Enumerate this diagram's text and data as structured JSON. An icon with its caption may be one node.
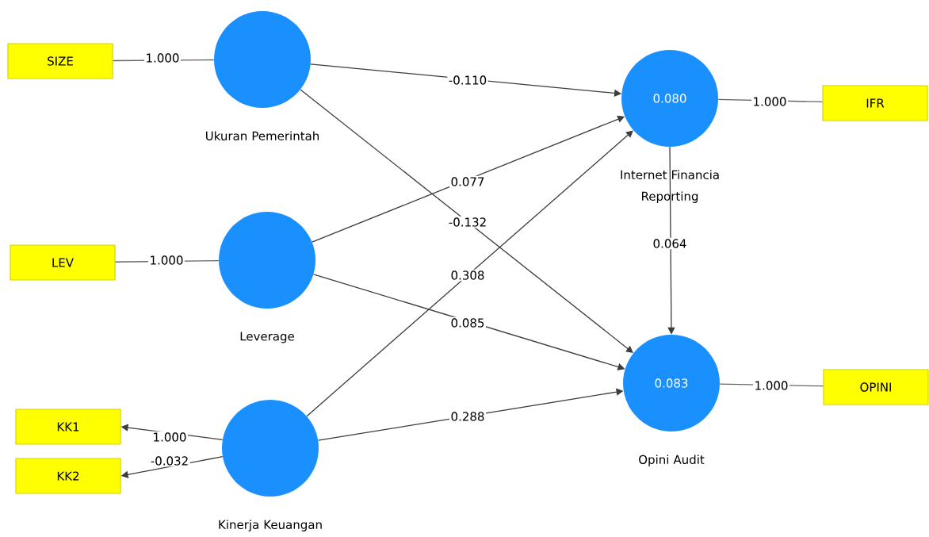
{
  "diagram": {
    "nodes": [
      {
        "text": [
          "SIZE"
        ]
      },
      {
        "text": [
          "Ukuran Pemerintah"
        ]
      },
      {
        "text": [
          "0.080",
          "Internet Financia Reporting"
        ]
      },
      {
        "text": [
          "IFR"
        ]
      },
      {
        "text": [
          "LEV"
        ]
      },
      {
        "text": [
          "Leverage"
        ]
      },
      {
        "text": [
          "0.083",
          "Opini Audit"
        ]
      },
      {
        "text": [
          "OPINI"
        ]
      },
      {
        "text": [
          "KK1"
        ]
      },
      {
        "text": [
          "KK2"
        ]
      },
      {
        "text": [
          "Kinerja Keuangan"
        ]
      }
    ],
    "edges": [
      {
        "from": 0,
        "to": 1,
        "arrow": "none",
        "label": "1.000"
      },
      {
        "from": 1,
        "to": 2,
        "arrow": "to",
        "label": "-0.110"
      },
      {
        "from": 1,
        "to": 6,
        "arrow": "to",
        "label": "-0.132"
      },
      {
        "from": 2,
        "to": 3,
        "arrow": "none",
        "label": "1.000"
      },
      {
        "from": 4,
        "to": 5,
        "arrow": "none",
        "label": "1.000"
      },
      {
        "from": 5,
        "to": 2,
        "arrow": "to",
        "label": "0.077"
      },
      {
        "from": 5,
        "to": 6,
        "arrow": "to",
        "label": "0.085"
      },
      {
        "from": 10,
        "to": 2,
        "arrow": "to",
        "label": "0.308"
      },
      {
        "from": 10,
        "to": 6,
        "arrow": "to",
        "label": "0.288"
      },
      {
        "from": 2,
        "to": 6,
        "arrow": "to",
        "label": "0.064"
      },
      {
        "from": 6,
        "to": 7,
        "arrow": "none",
        "label": "1.000"
      },
      {
        "from": 10,
        "to": 8,
        "arrow": "to",
        "label": "1.000"
      },
      {
        "from": 10,
        "to": 9,
        "arrow": "to",
        "label": "-0.032"
      }
    ]
  }
}
